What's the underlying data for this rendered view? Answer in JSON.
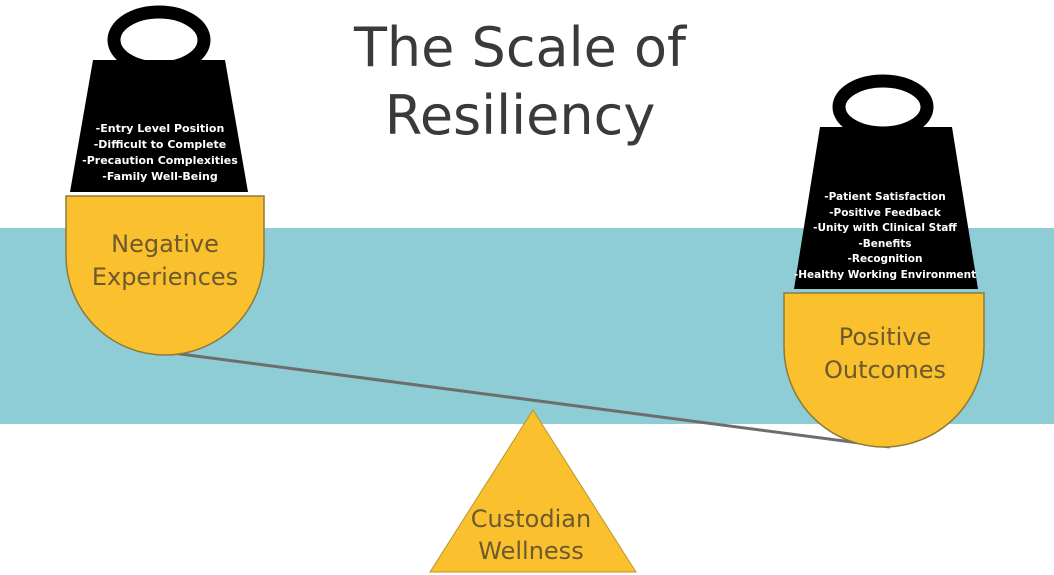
{
  "title": {
    "line1": "The Scale of",
    "line2": "Resiliency"
  },
  "left_weight": {
    "items": [
      "-Entry Level Position",
      "-Difficult to Complete",
      "-Precaution Complexities",
      "-Family Well-Being"
    ]
  },
  "right_weight": {
    "items": [
      "-Patient Satisfaction",
      "-Positive Feedback",
      "-Unity with Clinical Staff",
      "-Benefits",
      "-Recognition",
      "-Healthy Working Environment"
    ]
  },
  "left_pan": {
    "line1": "Negative",
    "line2": "Experiences"
  },
  "right_pan": {
    "line1": "Positive",
    "line2": "Outcomes"
  },
  "fulcrum": {
    "line1": "Custodian",
    "line2": "Wellness"
  },
  "colors": {
    "band": "#8ecdd5",
    "pan": "#fbc02d",
    "weight": "#000000",
    "beam": "#6d6d6d",
    "title": "#3a3a3a",
    "label": "#6b5a2e"
  }
}
